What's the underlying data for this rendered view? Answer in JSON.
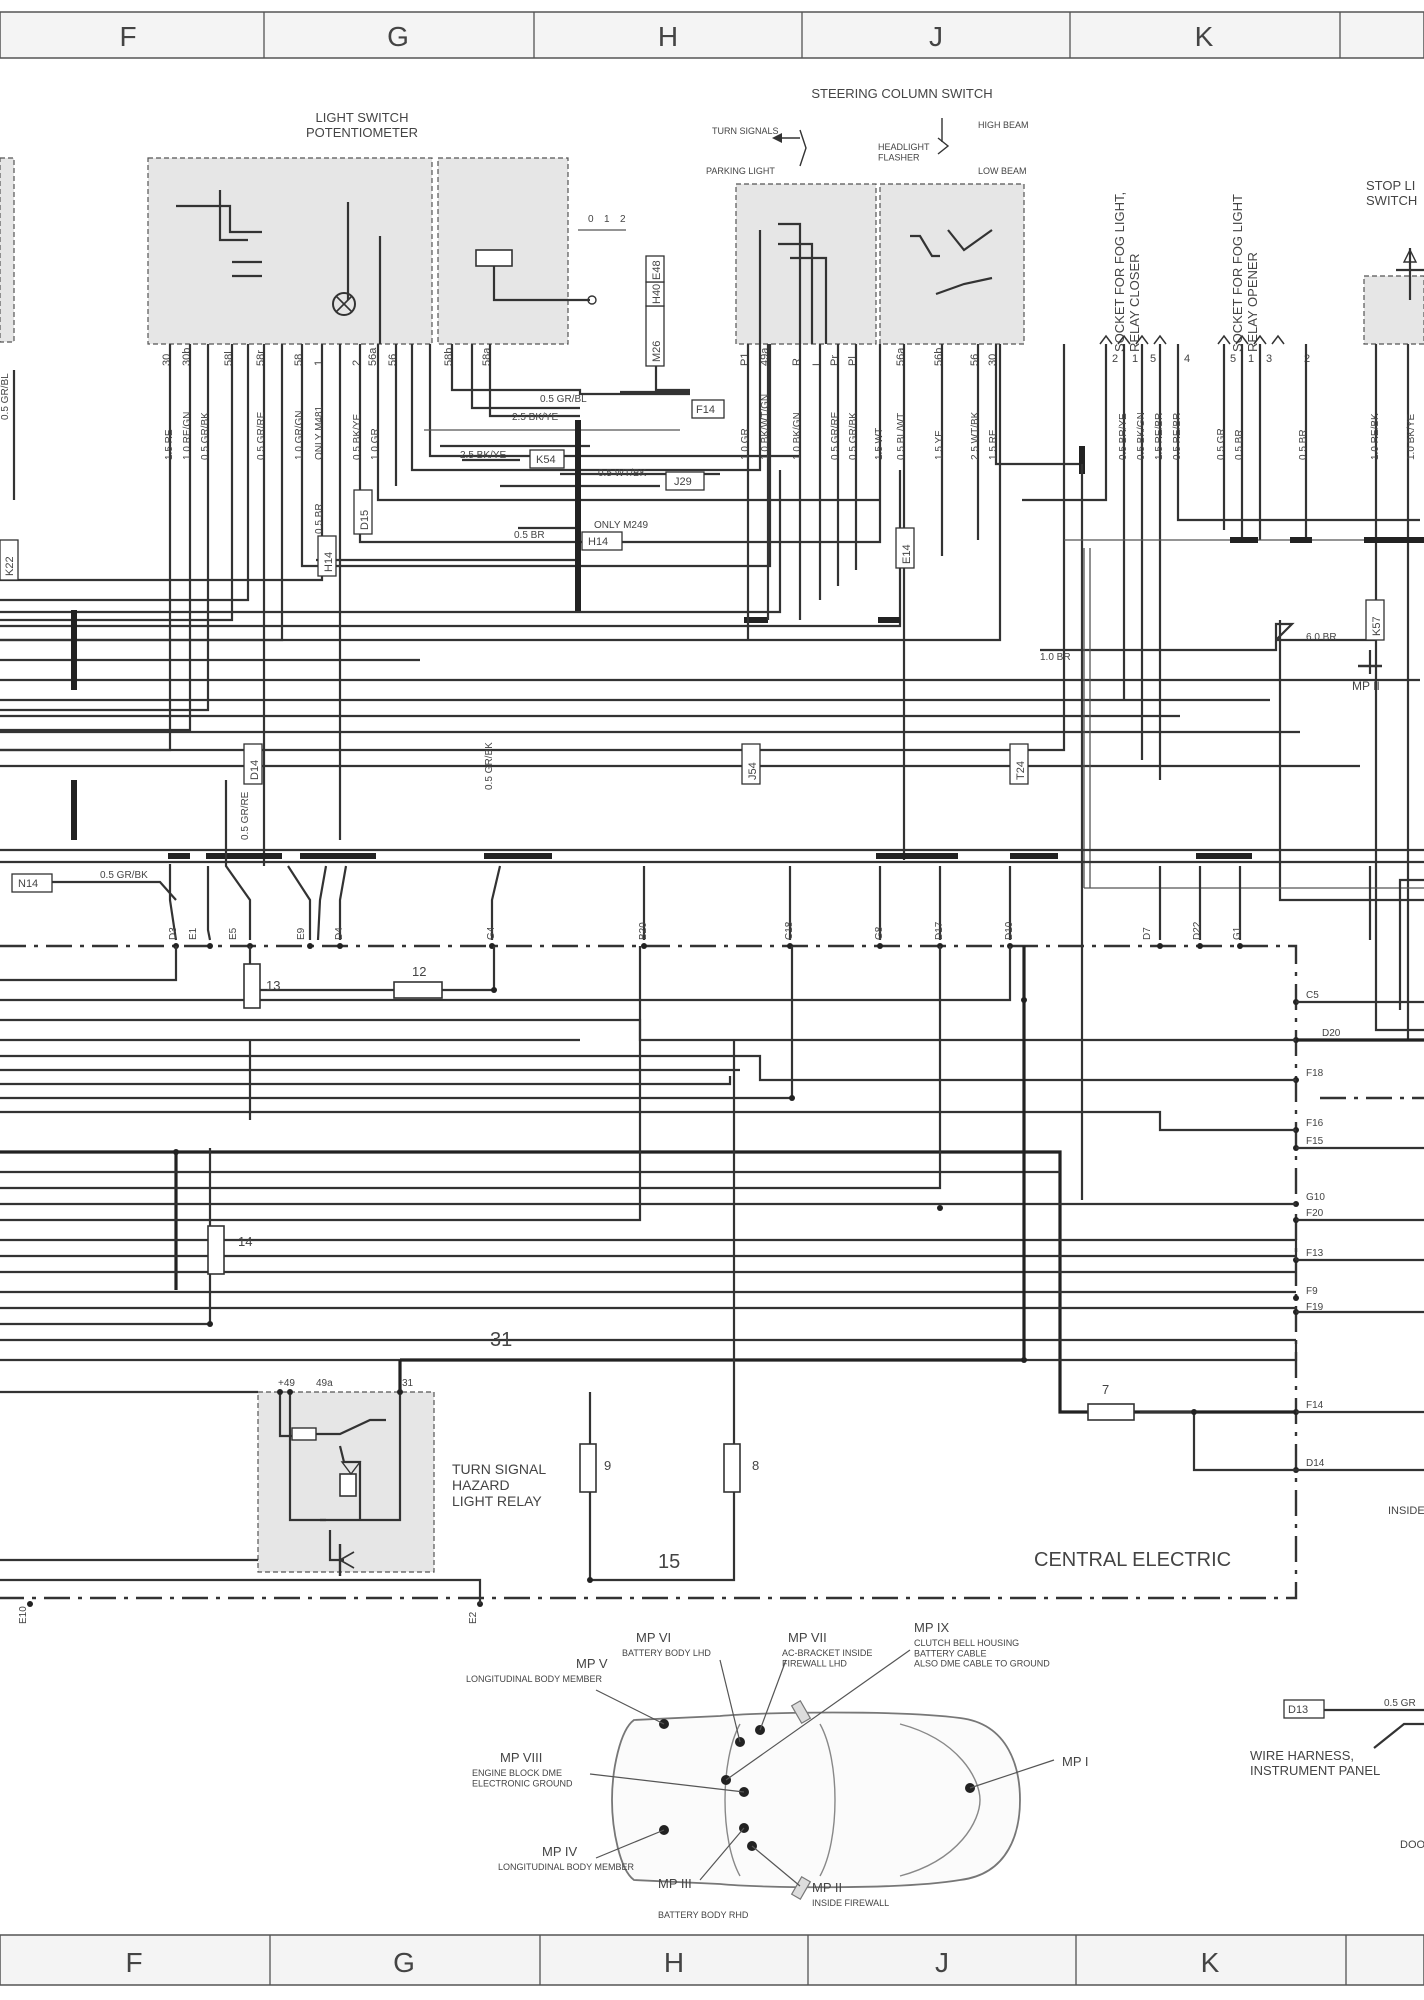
{
  "grid_columns": [
    "F",
    "G",
    "H",
    "J",
    "K"
  ],
  "components": {
    "light_switch": "LIGHT SWITCH\nPOTENTIOMETER",
    "light_switch_pins": [
      "30",
      "30b",
      "58l",
      "58r",
      "58",
      "1",
      "2",
      "56a",
      "56",
      "58b",
      "58a"
    ],
    "light_switch_positions": [
      "0",
      "1",
      "2"
    ],
    "steering_column_switch": "STEERING COLUMN SWITCH",
    "turn_signals": "TURN SIGNALS",
    "parking_light": "PARKING LIGHT",
    "headlight_flasher": "HEADLIGHT\nFLASHER",
    "high_beam": "HIGH BEAM",
    "low_beam": "LOW BEAM",
    "steering_pins": [
      "P1",
      "49a",
      "R",
      "L",
      "Pr",
      "Pl",
      "56a",
      "56b",
      "56",
      "30"
    ],
    "fog_closer": "SOCKET FOR FOG LIGHT,\nRELAY CLOSER",
    "fog_opener": "SOCKET FOR FOG LIGHT\nRELAY OPENER",
    "fog_closer_pins": [
      "2",
      "1",
      "5",
      "4"
    ],
    "fog_opener_pins": [
      "5",
      "1",
      "3",
      "2"
    ],
    "stop_light_switch": "STOP LI\nSWITCH",
    "turn_signal_relay": "TURN SIGNAL\nHAZARD\nLIGHT RELAY",
    "relay_pins": [
      "+49",
      "49a",
      "31"
    ],
    "central_electric": "CENTRAL ELECTRIC",
    "wire_harness": "WIRE HARNESS,\nINSTRUMENT PANEL",
    "inside_partial": "INSIDE",
    "door_partial": "DOO"
  },
  "connectors": [
    "M26",
    "H40",
    "E48",
    "F14",
    "K54",
    "J29",
    "D15",
    "H14",
    "H14",
    "E14",
    "K22",
    "K57",
    "D14",
    "J54",
    "T24",
    "N14",
    "D13"
  ],
  "notes": {
    "only_m481": "ONLY M481",
    "only_m249": "ONLY M249"
  },
  "wire_labels": {
    "left_bundle": [
      "1.5 RE",
      "1.0 RE/GN",
      "0.5 GR/BK",
      "0.5 GR/RE",
      "1.0 GR/GN",
      "ONLY M481",
      "0.5 BK/YE",
      "1.0 GR"
    ],
    "grbl": "0.5 GR/BL",
    "bkye_25": "2.5 BK/YE",
    "bkye_25b": "2.5 BK/YE",
    "wtbk": "0.5 WT/BK",
    "br_a": "0.5 BR",
    "br_b": "0.5 BR",
    "steering_bundle": [
      "1.0 GR",
      "1.0 BK/WT/GN",
      "1.0 BK/GN",
      "0.5 GR/RE",
      "0.5 GR/BK",
      "1.5 WT",
      "0.5 BL/WT",
      "1.5 YE",
      "2.5 WT/BK",
      "1.5 RE"
    ],
    "fog_bundle": [
      "0.5 BR/YE",
      "0.5 BK/GN",
      "1.5 RE/BR",
      "0.5 RE/BR",
      "0.5 GR",
      "0.5 BR",
      "0.5 BR"
    ],
    "stop_bundle": [
      "1.0 RE/BK",
      "1.0 BK/YE"
    ],
    "br_10": "1.0 BR",
    "br_60": "6.0 BR",
    "mp2": "MP II",
    "grre": "0.5 GR/RE",
    "grbk": "0.5 GR/BK",
    "n14": "0.5 GR/BK",
    "left_cut": "0.5 GR/BL",
    "d13_gr": "0.5 GR",
    "wire_31": "31",
    "wire_15": "15"
  },
  "central_terminals": [
    "D3",
    "E1",
    "E5",
    "E9",
    "D4",
    "G4",
    "B20",
    "C18",
    "G8",
    "D17",
    "D10",
    "D7",
    "D22",
    "G1"
  ],
  "side_terminals": [
    "C5",
    "D20",
    "F18",
    "F16",
    "F15",
    "G10",
    "F20",
    "F13",
    "F9",
    "F19",
    "F14",
    "D14"
  ],
  "bottom_terminals": [
    "E10",
    "E2"
  ],
  "fuses": [
    "13",
    "12",
    "14",
    "9",
    "8",
    "7"
  ],
  "ground_points": {
    "mp6": "MP VI",
    "mp6_desc": "BATTERY  BODY LHD",
    "mp7": "MP VII",
    "mp7_desc": "AC-BRACKET INSIDE\nFIREWALL LHD",
    "mp9": "MP IX",
    "mp9_desc": "CLUTCH BELL HOUSING\nBATTERY CABLE\nALSO DME CABLE TO GROUND",
    "mp5": "MP V",
    "mp5_desc": "LONGITUDINAL BODY MEMBER",
    "mp8": "MP VIII",
    "mp8_desc": "ENGINE BLOCK DME\nELECTRONIC GROUND",
    "mp1": "MP I",
    "mp4": "MP IV",
    "mp4_desc": "LONGITUDINAL BODY MEMBER",
    "mp3": "MP III",
    "mp3_desc": "BATTERY  BODY RHD",
    "mp2": "MP II",
    "mp2_desc": "INSIDE FIREWALL"
  },
  "colors": {
    "ink": "#333333",
    "shade": "#e6e6e6"
  }
}
